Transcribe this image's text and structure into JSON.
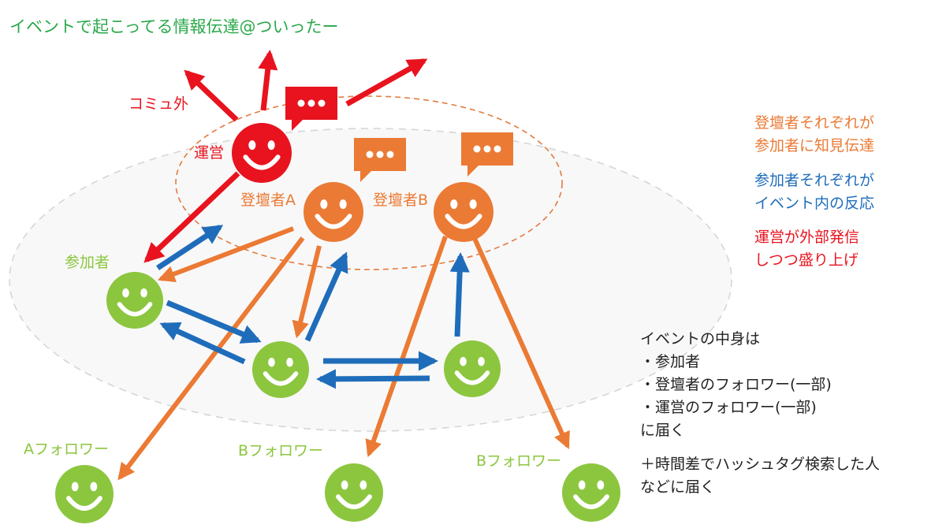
{
  "title": "イベントで起こってる情報伝達@ついったー",
  "labels": {
    "outside_community": "コミュ外",
    "organizer": "運営",
    "speaker_a": "登壇者A",
    "speaker_b": "登壇者B",
    "participants": "参加者",
    "a_followers": "Aフォロワー",
    "b_followers_1": "Bフォロワー",
    "b_followers_2": "Bフォロワー"
  },
  "legend": {
    "orange": "登壇者それぞれが\n参加者に知見伝達",
    "blue": "参加者それぞれが\nイベント内の反応",
    "red": "運営が外部発信\nしつつ盛り上げ"
  },
  "info": {
    "reach": "イベントの中身は\n・参加者\n・登壇者のフォロワー(一部)\n・運営のフォロワー(一部)\nに届く",
    "search": "＋時間差でハッシュタグ検索した人\nなどに届く"
  },
  "colors": {
    "red": "#e8131e",
    "orange": "#eb7a34",
    "blue": "#1f6dba",
    "green": "#8cc63f",
    "title_green": "#2aa84a"
  },
  "icons": [
    "smiley-face-icon",
    "speech-bubble-icon",
    "arrow-icon"
  ]
}
